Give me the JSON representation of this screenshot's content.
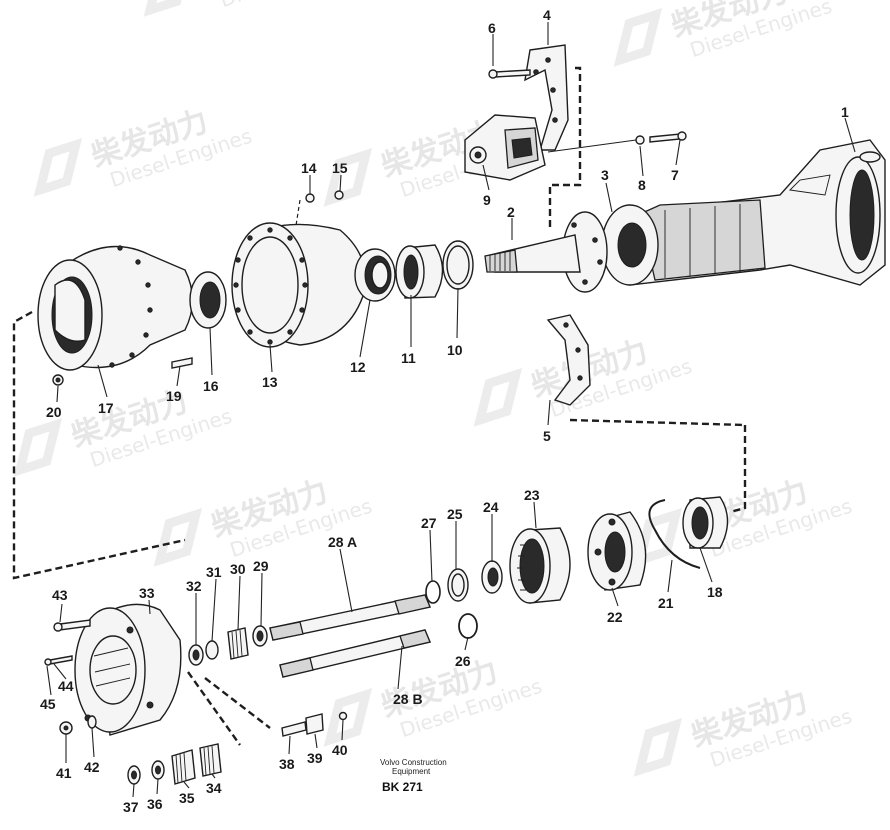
{
  "watermark": {
    "brand_cn": "柴发动力",
    "brand_en": "Diesel-Engines"
  },
  "parts": [
    {
      "id": "p1",
      "label": "1"
    },
    {
      "id": "p2",
      "label": "2"
    },
    {
      "id": "p3",
      "label": "3"
    },
    {
      "id": "p4",
      "label": "4"
    },
    {
      "id": "p5",
      "label": "5"
    },
    {
      "id": "p6",
      "label": "6"
    },
    {
      "id": "p7",
      "label": "7"
    },
    {
      "id": "p8",
      "label": "8"
    },
    {
      "id": "p9",
      "label": "9"
    },
    {
      "id": "p10",
      "label": "10"
    },
    {
      "id": "p11",
      "label": "11"
    },
    {
      "id": "p12",
      "label": "12"
    },
    {
      "id": "p13",
      "label": "13"
    },
    {
      "id": "p14",
      "label": "14"
    },
    {
      "id": "p15",
      "label": "15"
    },
    {
      "id": "p16",
      "label": "16"
    },
    {
      "id": "p17",
      "label": "17"
    },
    {
      "id": "p18",
      "label": "18"
    },
    {
      "id": "p19",
      "label": "19"
    },
    {
      "id": "p20",
      "label": "20"
    },
    {
      "id": "p21",
      "label": "21"
    },
    {
      "id": "p22",
      "label": "22"
    },
    {
      "id": "p23",
      "label": "23"
    },
    {
      "id": "p24",
      "label": "24"
    },
    {
      "id": "p25",
      "label": "25"
    },
    {
      "id": "p26",
      "label": "26"
    },
    {
      "id": "p27",
      "label": "27"
    },
    {
      "id": "p28a",
      "label": "28 A"
    },
    {
      "id": "p28b",
      "label": "28 B"
    },
    {
      "id": "p29",
      "label": "29"
    },
    {
      "id": "p30",
      "label": "30"
    },
    {
      "id": "p31",
      "label": "31"
    },
    {
      "id": "p32",
      "label": "32"
    },
    {
      "id": "p33",
      "label": "33"
    },
    {
      "id": "p34",
      "label": "34"
    },
    {
      "id": "p35",
      "label": "35"
    },
    {
      "id": "p36",
      "label": "36"
    },
    {
      "id": "p37",
      "label": "37"
    },
    {
      "id": "p38",
      "label": "38"
    },
    {
      "id": "p39",
      "label": "39"
    },
    {
      "id": "p40",
      "label": "40"
    },
    {
      "id": "p41",
      "label": "41"
    },
    {
      "id": "p42",
      "label": "42"
    },
    {
      "id": "p43",
      "label": "43"
    },
    {
      "id": "p44",
      "label": "44"
    },
    {
      "id": "p45",
      "label": "45"
    }
  ],
  "footer": {
    "line1": "Volvo Construction",
    "line2": "Equipment",
    "code": "BK 271"
  }
}
